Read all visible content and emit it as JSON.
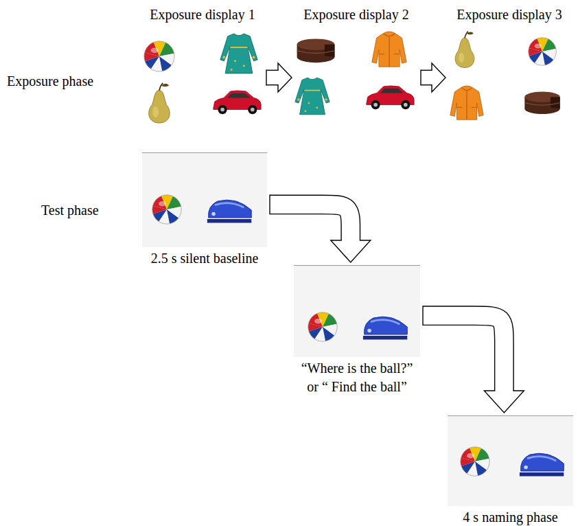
{
  "diagram": {
    "nodes": [
      {
        "text": [
          "Exposure display 1"
        ]
      },
      {
        "text": [
          "Exposure display 2"
        ]
      },
      {
        "text": [
          "Exposure display 3"
        ]
      },
      {
        "text": [
          "2.5 s silent baseline"
        ]
      },
      {
        "text": [
          "“Where is the ball?” or “ Find the ball”"
        ]
      },
      {
        "text": [
          "4 s naming phase"
        ]
      }
    ],
    "edges": [
      {
        "from": 0,
        "to": 1,
        "arrow": "to"
      },
      {
        "from": 1,
        "to": 2,
        "arrow": "to"
      },
      {
        "from": 3,
        "to": 4,
        "arrow": "to"
      },
      {
        "from": 4,
        "to": 5,
        "arrow": "to"
      }
    ],
    "labels": [
      "Exposure phase",
      "Test phase"
    ]
  }
}
